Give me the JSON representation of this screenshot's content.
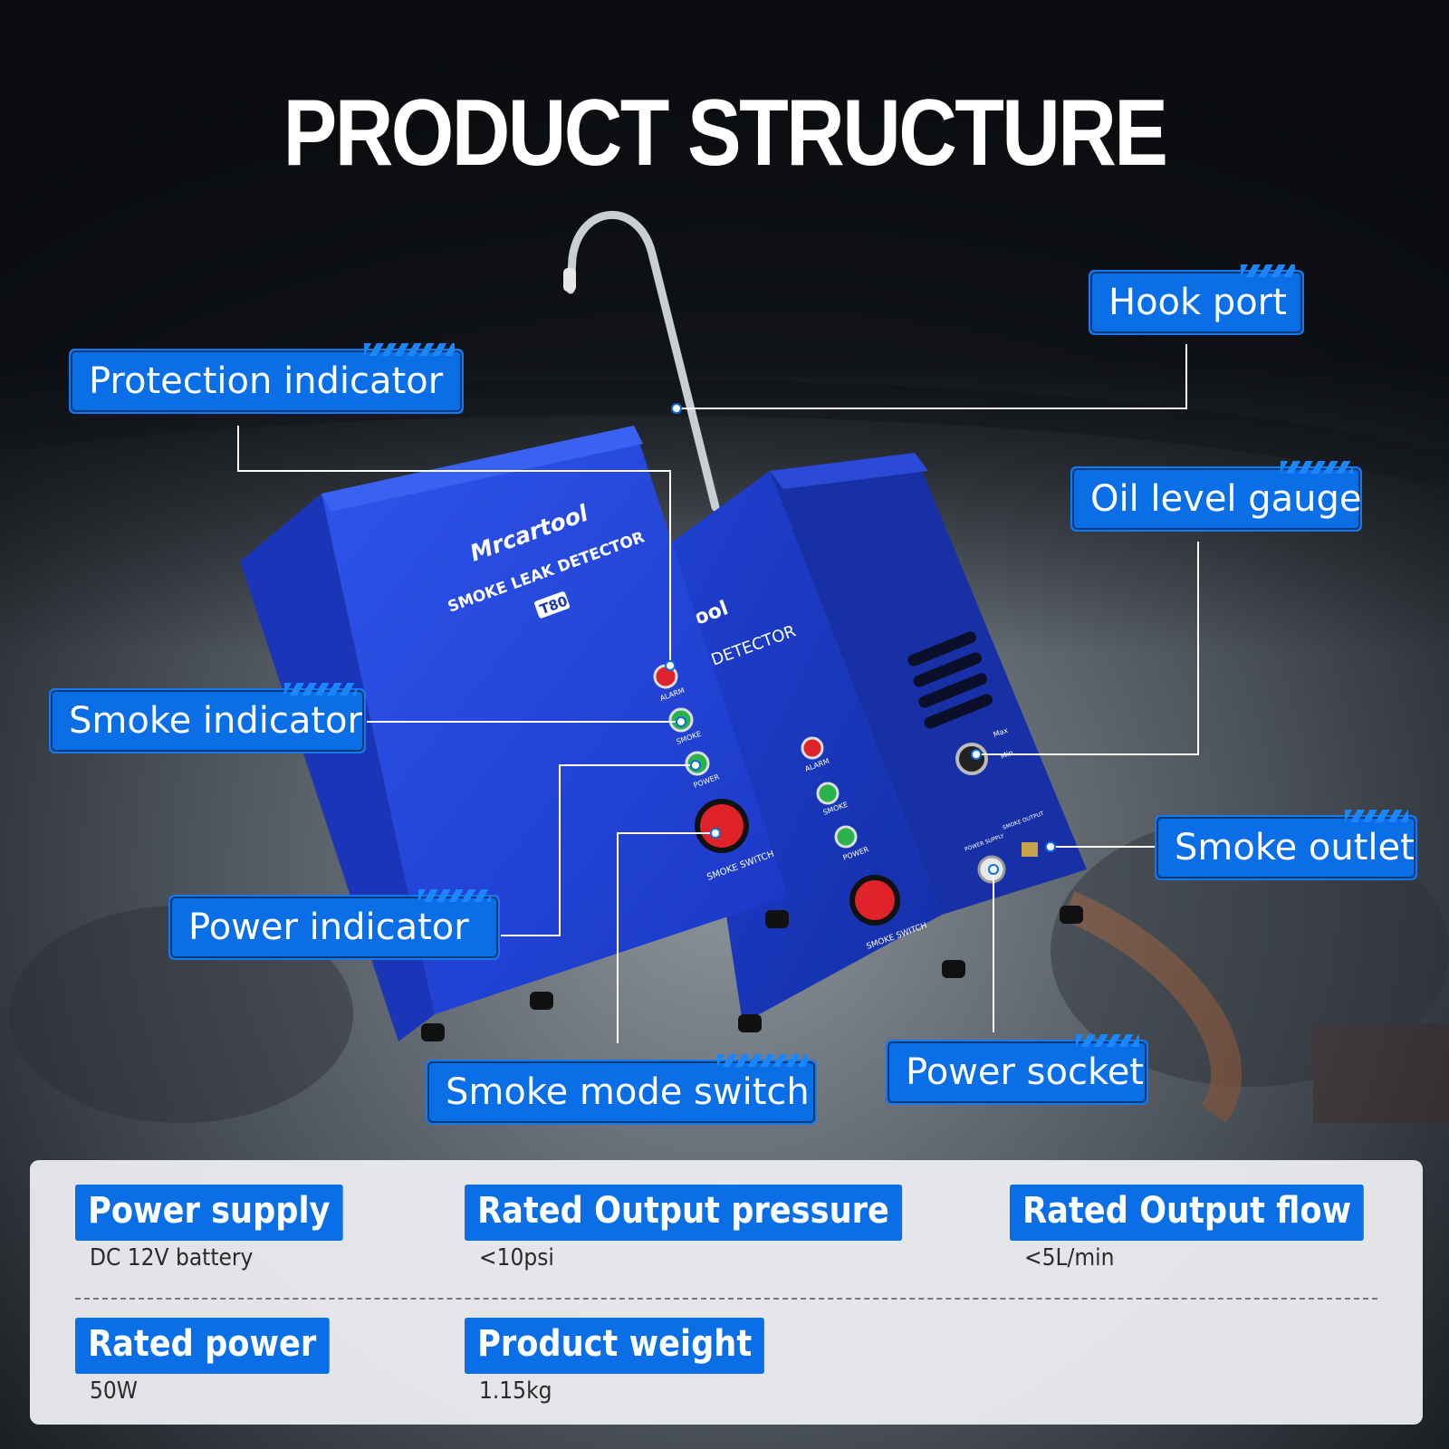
{
  "title": "PRODUCT STRUCTURE",
  "device": {
    "brand": "Mrcartool",
    "name": "SMOKE LEAK DETECTOR",
    "model": "T80",
    "brand_partial": "ool",
    "name_partial": "DETECTOR",
    "labels": {
      "alarm": "ALARM",
      "smoke": "SMOKE",
      "power": "POWER",
      "switch": "SMOKE SWITCH",
      "max": "Max",
      "min": "Min",
      "power_socket": "POWER SUPPLY",
      "smoke_output": "SMOKE OUTPUT"
    }
  },
  "callouts": {
    "protection_indicator": "Protection indicator",
    "hook_port": "Hook port",
    "oil_level_gauge": "Oil level gauge",
    "smoke_indicator": "Smoke indicator",
    "smoke_outlet": "Smoke outlet",
    "power_indicator": "Power indicator",
    "power_socket": "Power socket",
    "smoke_mode_switch": "Smoke mode switch"
  },
  "specs": [
    {
      "label": "Power supply",
      "value": "DC 12V battery"
    },
    {
      "label": "Rated Output pressure",
      "value": "<10psi"
    },
    {
      "label": "Rated Output flow",
      "value": "<5L/min"
    },
    {
      "label": "Rated power",
      "value": "50W"
    },
    {
      "label": "Product weight",
      "value": "1.15kg"
    }
  ],
  "colors": {
    "accent": "#0a6ee6",
    "device_blue": "#1f3fd6",
    "led_red": "#e0232a",
    "led_green": "#2bb24a"
  }
}
